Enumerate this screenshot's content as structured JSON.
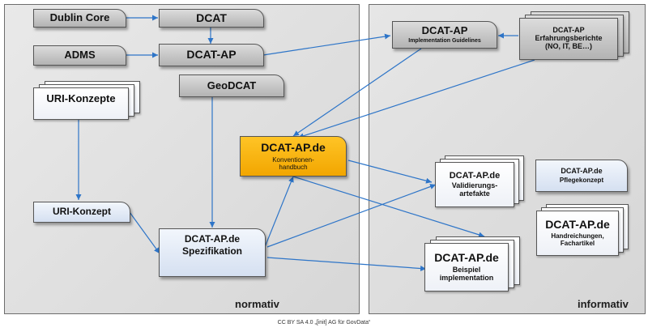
{
  "panels": {
    "normative": "normativ",
    "informative": "informativ"
  },
  "nodes": {
    "dublin_core": "Dublin Core",
    "dcat": "DCAT",
    "adms": "ADMS",
    "dcat_ap": "DCAT-AP",
    "geodcat": "GeoDCAT",
    "uri_konzepte": "URI-Konzepte",
    "uri_konzept": "URI-Konzept",
    "guidelines_title": "DCAT-AP",
    "guidelines_sub": "Implementation Guidelines",
    "erfahrung_title": "DCAT-AP",
    "erfahrung_sub": "Erfahrungsberichte",
    "erfahrung_sub2": "(NO, IT, BE…)",
    "konventionen_title": "DCAT-AP.de",
    "konventionen_sub": "Konventionen-handbuch",
    "spezifikation_title": "DCAT-AP.de",
    "spezifikation_sub": "Spezifikation",
    "valid_title": "DCAT-AP.de",
    "valid_sub": "Validierungs-artefakte",
    "pflege_title": "DCAT-AP.de",
    "pflege_sub": "Pflegekonzept",
    "hand_title": "DCAT-AP.de",
    "hand_sub": "Handreichungen, Fachartikel",
    "beispiel_title": "DCAT-AP.de",
    "beispiel_sub": "Beispiel implementation"
  },
  "colors": {
    "arrow": "#2e75c8",
    "orange": "#f7b500",
    "border": "#555555"
  },
  "footer": "CC BY SA 4.0 „[init] AG für GovData“"
}
